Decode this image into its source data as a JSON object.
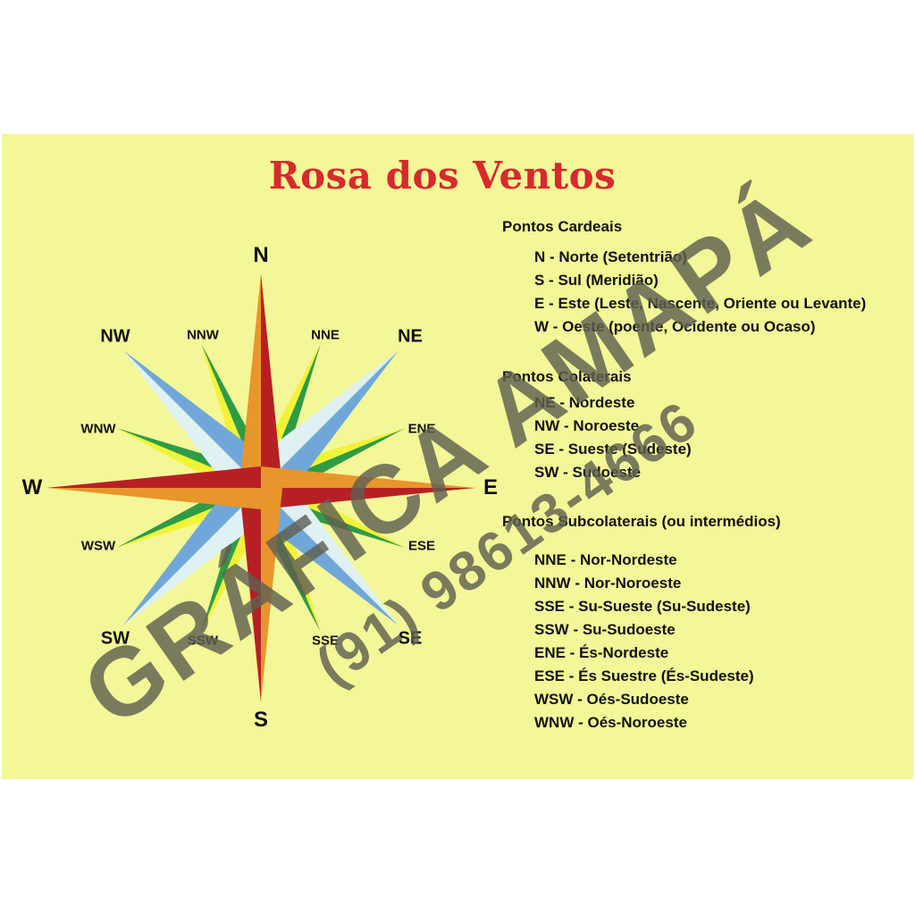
{
  "title": "Rosa dos Ventos",
  "compass": {
    "cardinal": {
      "n": "N",
      "s": "S",
      "e": "E",
      "w": "W"
    },
    "collateral": {
      "ne": "NE",
      "nw": "NW",
      "se": "SE",
      "sw": "SW"
    },
    "subcollateral": {
      "nne": "NNE",
      "nnw": "NNW",
      "ene": "ENE",
      "wnw": "WNW",
      "ese": "ESE",
      "wsw": "WSW",
      "sse": "SSE",
      "ssw": "SSW"
    }
  },
  "legend": {
    "cardinal": {
      "title": "Pontos Cardeais",
      "items": [
        "N - Norte (Setentrião)",
        "S - Sul (Meridião)",
        "E - Este (Leste, Nascente, Oriente ou Levante)",
        "W - Oeste (poente, Ocidente ou Ocaso)"
      ]
    },
    "collateral": {
      "title": "Pontos Colaterais",
      "items": [
        "NE - Nordeste",
        "NW - Noroeste",
        "SE - Sueste (Sudeste)",
        "SW - Sudoeste"
      ]
    },
    "subcollateral": {
      "title": "Pontos Subcolaterais (ou intermédios)",
      "items": [
        "NNE - Nor-Nordeste",
        "NNW - Nor-Noroeste",
        "SSE - Su-Sueste (Su-Sudeste)",
        "SSW - Su-Sudoeste",
        "ENE - És-Nordeste",
        "ESE - És Suestre (És-Sudeste)",
        "WSW - Oés-Sudoeste",
        "WNW - Oés-Noroeste"
      ]
    }
  },
  "watermark": {
    "line1": "GRÁFICA AMAPÁ",
    "line2": "(91) 98613-4666"
  },
  "colors": {
    "background": "#f3f797",
    "title": "#d8292c",
    "cardinal_dark": "#b62025",
    "cardinal_light": "#e8952c",
    "collateral_dark": "#6fa8d8",
    "collateral_light": "#e0f1f3",
    "sub_dark": "#2e9b46",
    "sub_light": "#f1f337"
  }
}
